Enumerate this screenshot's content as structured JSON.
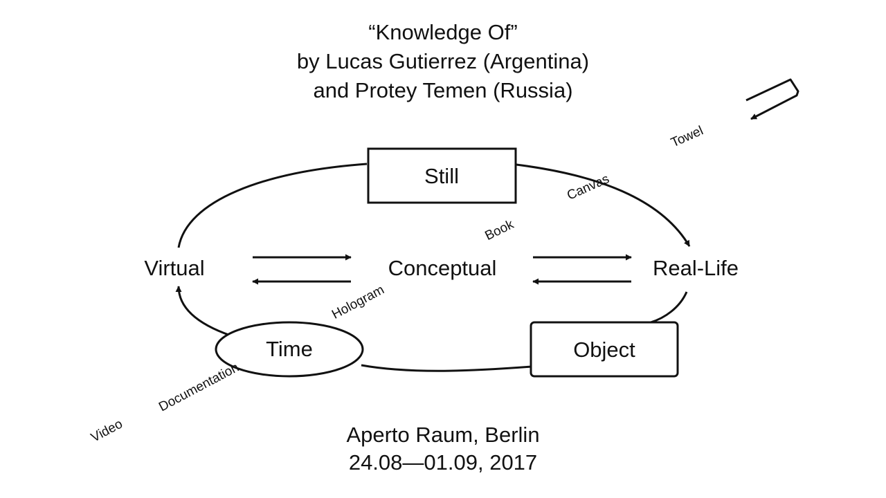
{
  "header": {
    "title_line_1": "“Knowledge Of”",
    "title_line_2": "by Lucas Gutierrez (Argentina)",
    "title_line_3": "and Protey Temen (Russia)"
  },
  "diagram": {
    "nodes": {
      "still": "Still",
      "virtual": "Virtual",
      "conceptual": "Conceptual",
      "real_life": "Real-Life",
      "time": "Time",
      "object": "Object"
    },
    "annotations": {
      "towel": "Towel",
      "canvas": "Canvas",
      "book": "Book",
      "hologram": "Hologram",
      "documentation": "Documentation",
      "video": "Video"
    }
  },
  "footer": {
    "venue": "Aperto Raum, Berlin",
    "dates": "24.08—01.09, 2017"
  }
}
